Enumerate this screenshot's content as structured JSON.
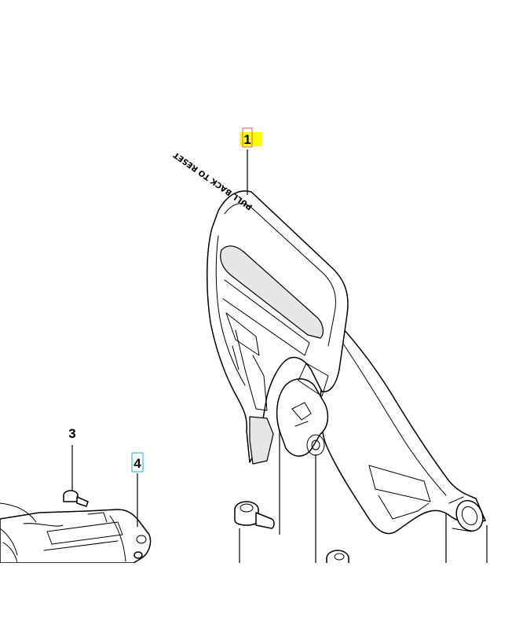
{
  "callouts": [
    {
      "id": "1",
      "label": "1",
      "highlight": "yellow"
    },
    {
      "id": "3",
      "label": "3",
      "highlight": "none"
    },
    {
      "id": "4",
      "label": "4",
      "highlight": "blue-box"
    }
  ],
  "emboss": {
    "text": "PULL BACK TO RESET"
  },
  "colors": {
    "highlight_yellow": "#ffff00",
    "highlight_red_box": "#e06050",
    "highlight_blue_box": "#4fb6d8"
  }
}
